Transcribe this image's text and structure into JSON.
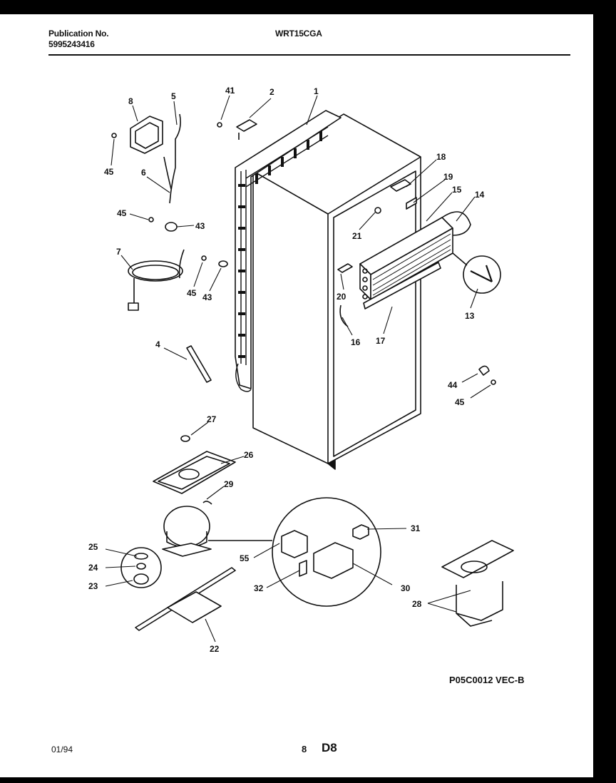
{
  "header": {
    "publication_label": "Publication No.",
    "publication_number": "5995243416",
    "model": "WRT15CGA"
  },
  "diagram": {
    "callouts": [
      "1",
      "2",
      "41",
      "8",
      "5",
      "45",
      "6",
      "45",
      "43",
      "7",
      "45",
      "43",
      "4",
      "18",
      "19",
      "15",
      "14",
      "21",
      "20",
      "16",
      "17",
      "13",
      "44",
      "45",
      "27",
      "26",
      "29",
      "25",
      "24",
      "23",
      "55",
      "31",
      "32",
      "30",
      "28",
      "22"
    ],
    "code": "P05C0012 VEC-B"
  },
  "footer": {
    "date": "01/94",
    "page": "8",
    "section": "D8"
  }
}
